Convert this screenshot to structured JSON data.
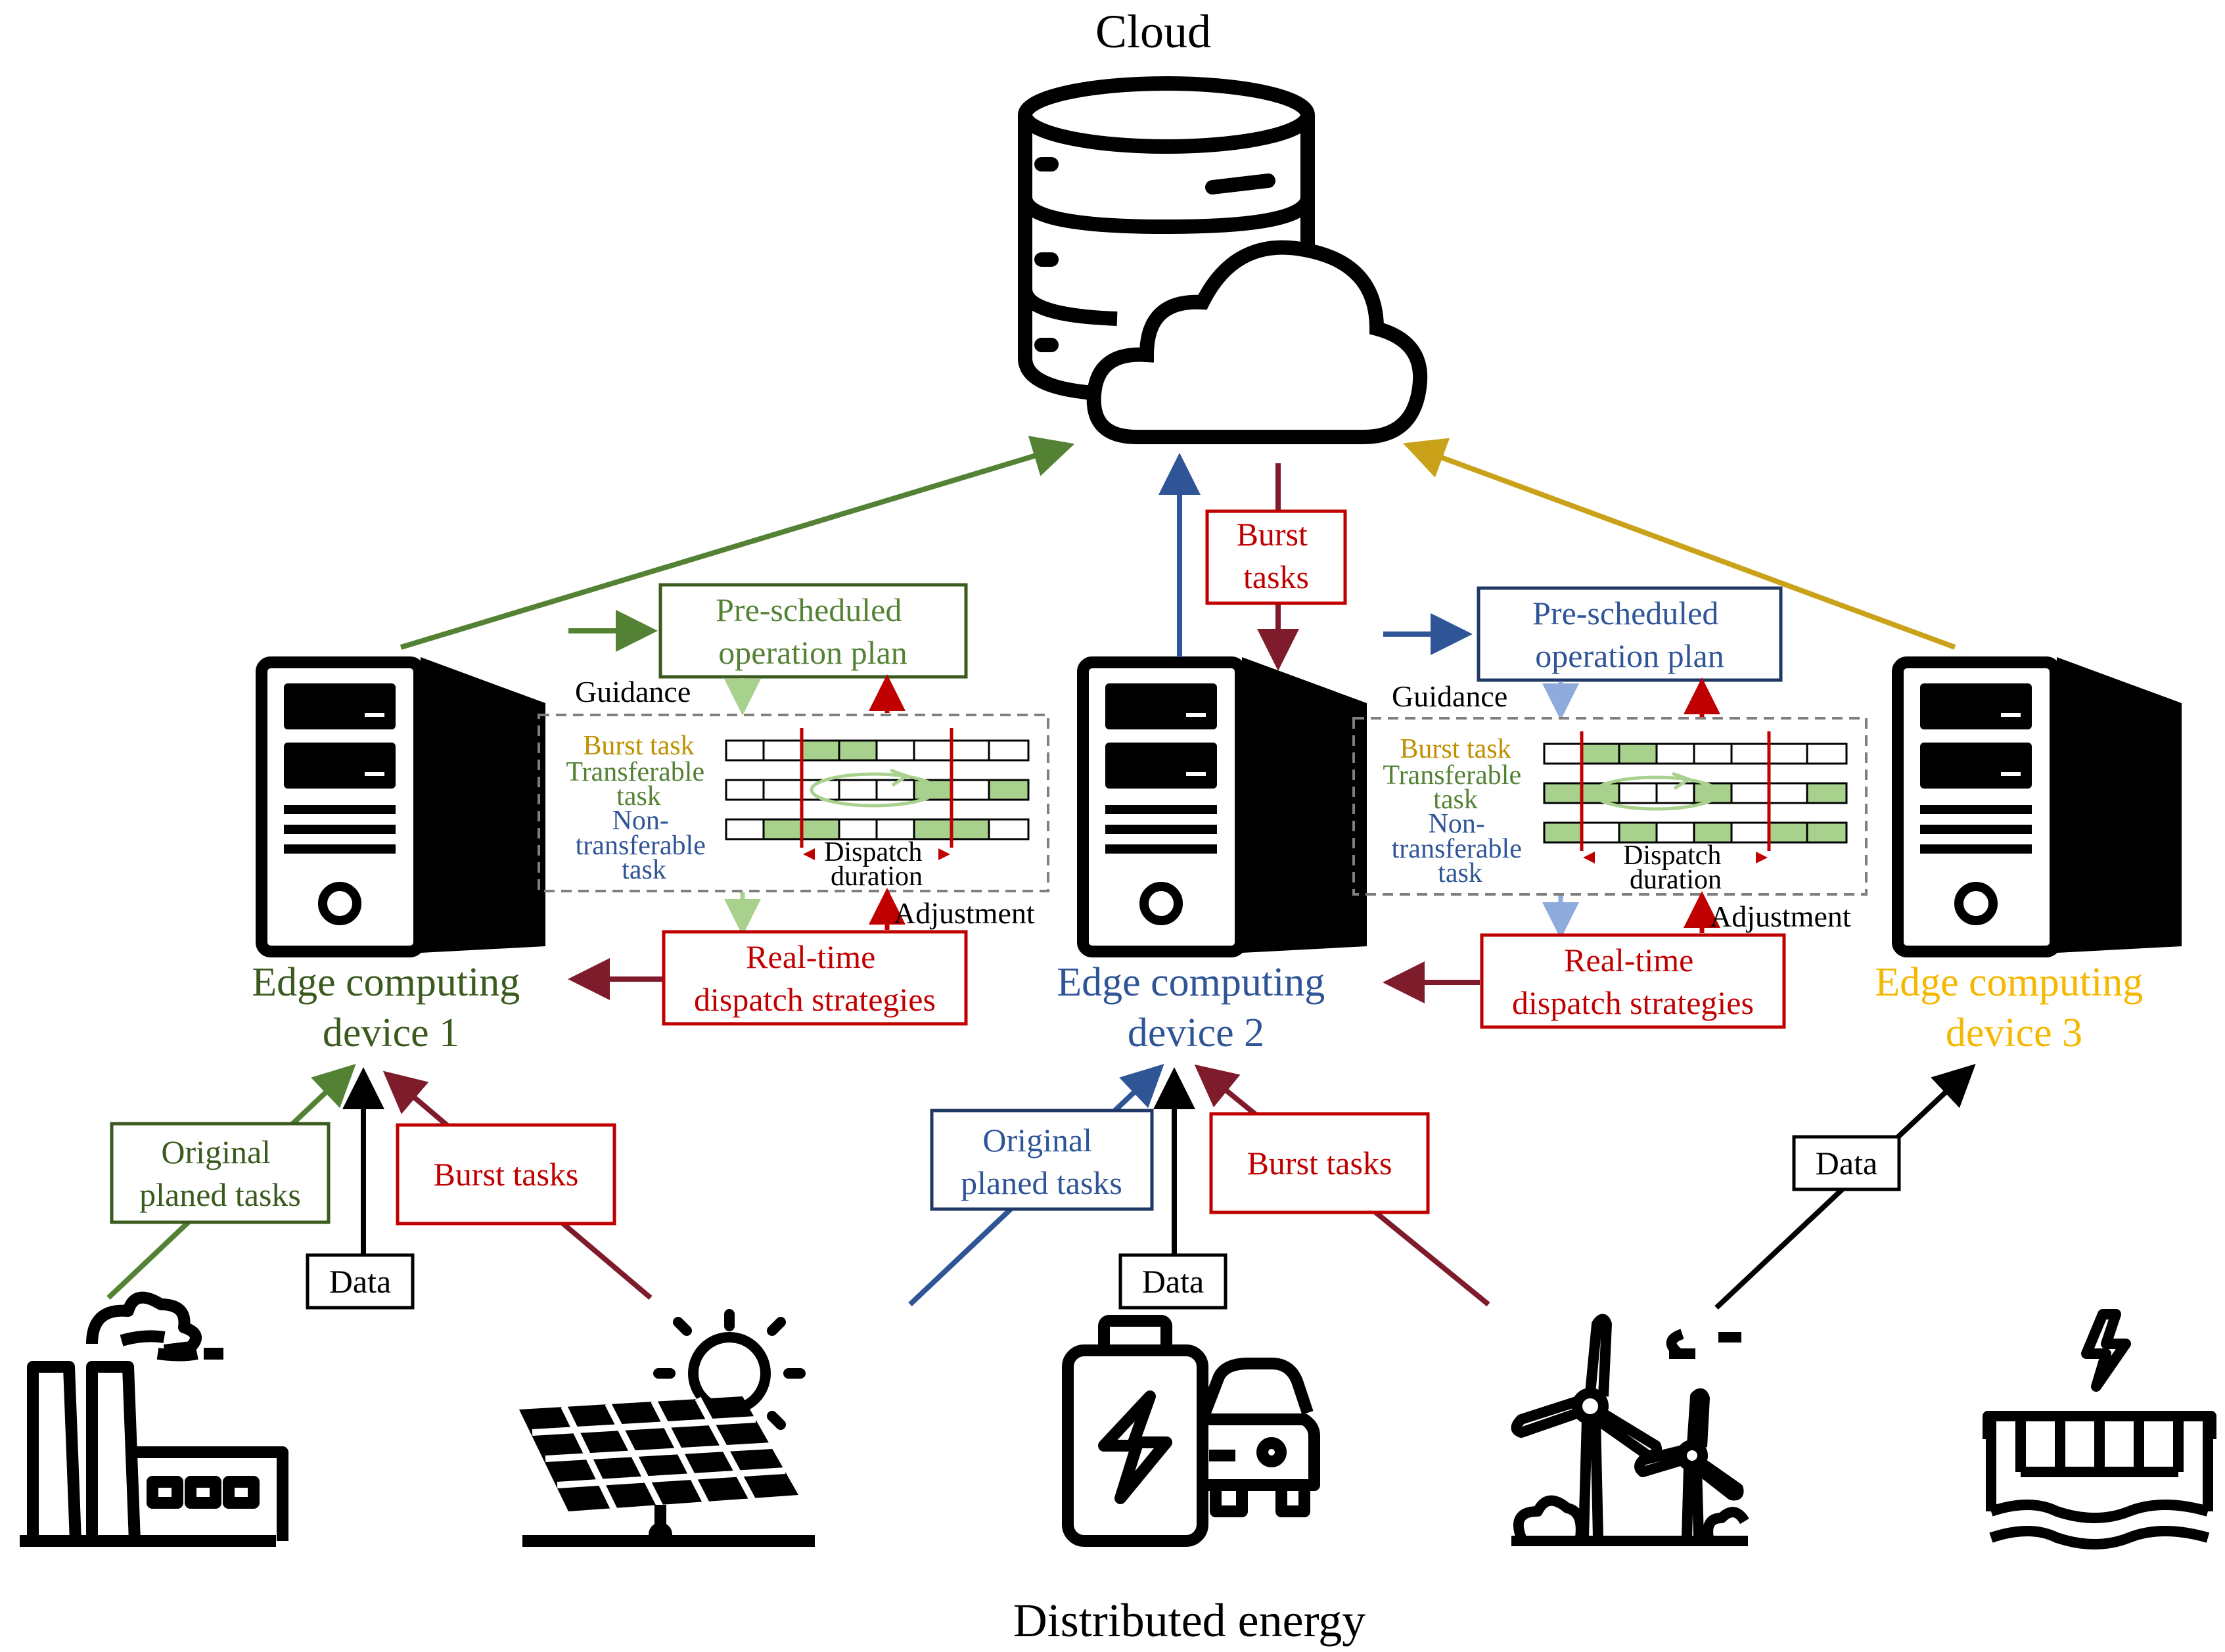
{
  "title": "Cloud",
  "bottom_label": "Distributed energy",
  "colors": {
    "green": "#548235",
    "dark_green": "#3A5A1E",
    "blue": "#2F5597",
    "dark_blue": "#1F3864",
    "red": "#C00000",
    "dark_red": "#7F1C2B",
    "gold": "#C9A21A",
    "light_green": "#A9D18E",
    "light_blue": "#8FAADC",
    "cell_green": "#A9D18E",
    "task_gold": "#BF9000",
    "yellow_label": "#F5B800"
  },
  "cloud_box": {
    "burst_tasks": [
      "Burst",
      "tasks"
    ]
  },
  "edge_devices": [
    {
      "label": [
        "Edge computing",
        "device 1"
      ]
    },
    {
      "label": [
        "Edge computing",
        "device 2"
      ]
    },
    {
      "label": [
        "Edge computing",
        "device 3"
      ]
    }
  ],
  "schedule_panels": [
    {
      "pre_scheduled": [
        "Pre-scheduled",
        "operation plan"
      ],
      "guidance": "Guidance",
      "adjustment": "Adjustment",
      "realtime": [
        "Real-time",
        "dispatch strategies"
      ],
      "task_labels": {
        "burst": "Burst task",
        "transferable": [
          "Transferable",
          "task"
        ],
        "non_transferable": [
          "Non-",
          "transferable",
          "task"
        ]
      },
      "dispatch": [
        "Dispatch",
        "duration"
      ]
    },
    {
      "pre_scheduled": [
        "Pre-scheduled",
        "operation plan"
      ],
      "guidance": "Guidance",
      "adjustment": "Adjustment",
      "realtime": [
        "Real-time",
        "dispatch strategies"
      ],
      "task_labels": {
        "burst": "Burst task",
        "transferable": [
          "Transferable",
          "task"
        ],
        "non_transferable": [
          "Non-",
          "transferable",
          "task"
        ]
      },
      "dispatch": [
        "Dispatch",
        "duration"
      ]
    }
  ],
  "inputs": {
    "original_1": [
      "Original",
      "planed tasks"
    ],
    "burst_1": "Burst tasks",
    "data_1": "Data",
    "original_2": [
      "Original",
      "planed tasks"
    ],
    "burst_2": "Burst tasks",
    "data_2": "Data",
    "data_3": "Data"
  },
  "energy_sources": [
    {
      "icon": "factory-icon"
    },
    {
      "icon": "solar-panel-icon"
    },
    {
      "icon": "ev-battery-icon"
    },
    {
      "icon": "wind-turbine-icon"
    },
    {
      "icon": "hydro-dam-icon"
    }
  ]
}
